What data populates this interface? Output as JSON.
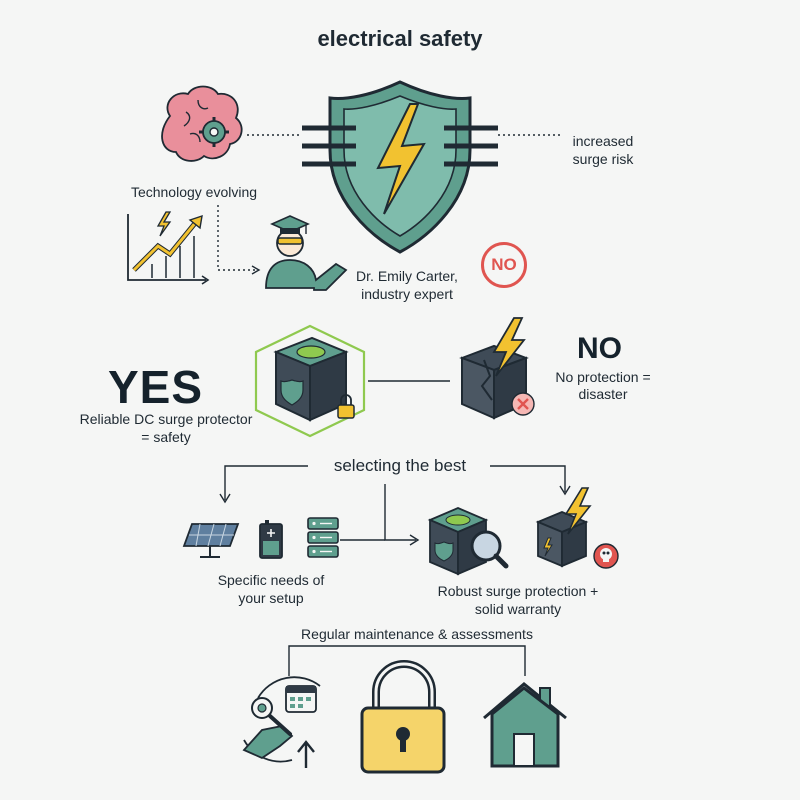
{
  "title": "electrical safety",
  "labels": {
    "technology_evolving": "Technology evolving",
    "increased_surge_risk_1": "increased",
    "increased_surge_risk_2": "surge risk",
    "expert_name": "Dr. Emily Carter,",
    "expert_role": "industry expert",
    "no_badge": "NO",
    "yes": "YES",
    "yes_caption_1": "Reliable DC surge protector",
    "yes_caption_2": "= safety",
    "no": "NO",
    "no_caption_1": "No protection =",
    "no_caption_2": "disaster",
    "selecting": "selecting the best",
    "needs_1": "Specific needs of",
    "needs_2": "your setup",
    "robust_1": "Robust surge protection +",
    "robust_2": "solid warranty",
    "maintenance": "Regular maintenance & assessments"
  },
  "colors": {
    "teal": "#5f9f8e",
    "dark": "#1f2a33",
    "lightning": "#f2c230",
    "alert": "#e05550",
    "green": "#8fc94f",
    "pink": "#e98f9b"
  },
  "icons": [
    "brain-gear-icon",
    "shield-lightning-icon",
    "growth-chart-icon",
    "graduate-expert-icon",
    "no-circle-icon",
    "protector-box-icon",
    "broken-box-icon",
    "solar-panel-icon",
    "battery-icon",
    "server-icon",
    "magnifier-box-icon",
    "damaged-box-icon",
    "skull-icon",
    "maintenance-icon",
    "padlock-icon",
    "house-icon"
  ]
}
